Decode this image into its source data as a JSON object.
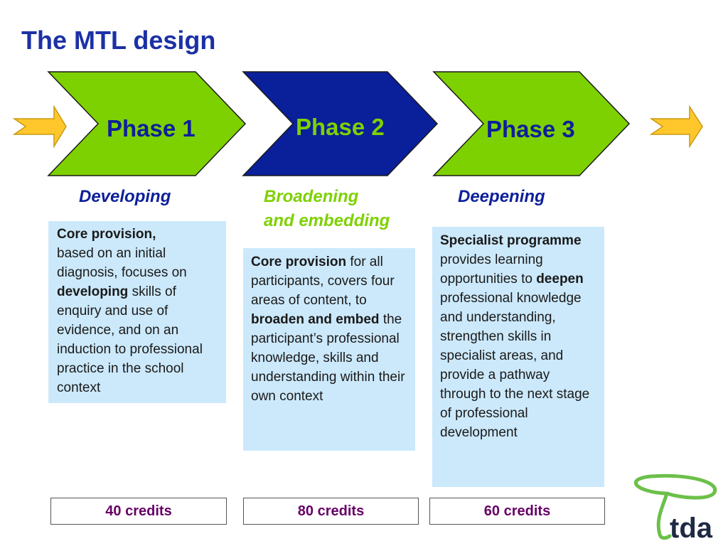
{
  "title": "The MTL design",
  "phases": [
    {
      "label": "Phase 1",
      "stage": "Developing",
      "fill": "#7ed100",
      "text_color": "#0d1f9a",
      "stage_color": "#0d1f9a"
    },
    {
      "label": "Phase 2",
      "stage_line1": "Broadening",
      "stage_line2": "and embedding",
      "fill": "#0a1f9a",
      "text_color": "#7ed100",
      "stage_color": "#7ed100"
    },
    {
      "label": "Phase 3",
      "stage": "Deepening",
      "fill": "#7ed100",
      "text_color": "#0d1f9a",
      "stage_color": "#0d1f9a"
    }
  ],
  "boxes": {
    "phase1": {
      "bold1": "Core provision,",
      "text1": "based on an initial diagnosis,  focuses on",
      "bold2": "developing",
      "text2": "skills of enquiry and use of evidence, and on an induction to professional practice in the school context"
    },
    "phase2": {
      "bold1": "Core provision",
      "text1": "for all participants, covers four areas of content, to",
      "bold2": "broaden and embed",
      "text2": "the participant’s professional knowledge, skills and understanding within their own context"
    },
    "phase3": {
      "bold1": "Specialist programme",
      "text1": "provides learning opportunities to",
      "bold2": "deepen",
      "text2": "professional knowledge and understanding, strengthen skills in specialist areas, and provide a pathway through to the next stage of professional development"
    }
  },
  "credits": [
    "40 credits",
    "80 credits",
    "60 credits"
  ],
  "logo_text": "tda",
  "colors": {
    "arrow_yellow": "#ffc72c",
    "title_blue": "#1c31a5",
    "box_bg": "#cce9fb",
    "credit_text": "#660066",
    "logo_green": "#6cc04a",
    "logo_dark": "#1e2a44"
  }
}
